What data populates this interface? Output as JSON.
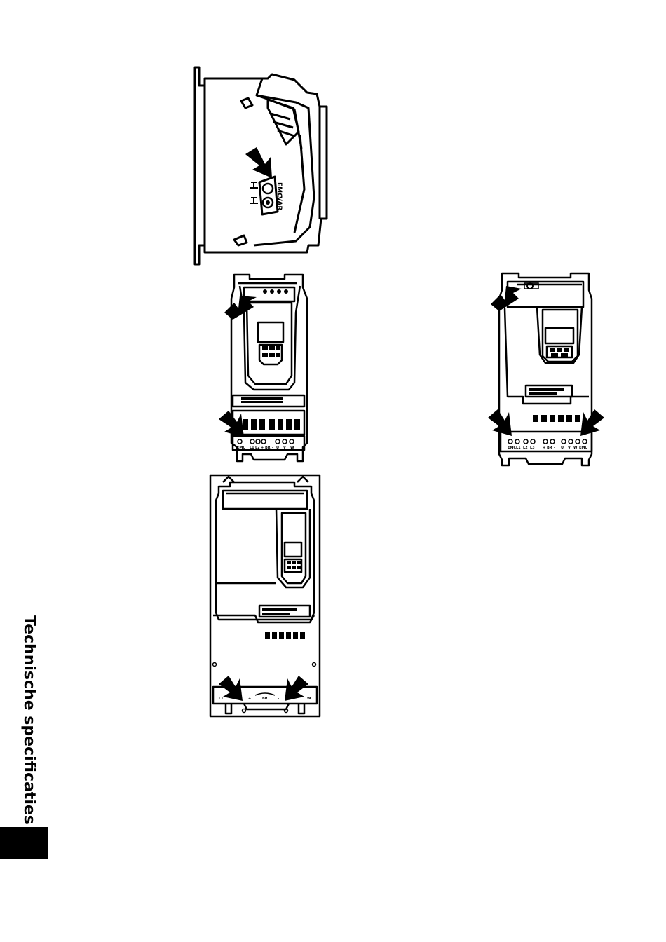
{
  "section_title": "Technische specificaties",
  "side_view": {
    "label_emc": "EMC",
    "label_var": "VAR"
  },
  "drive_small": {
    "terminals": [
      "EMC",
      "L1",
      "L2",
      "+",
      "BR",
      "-",
      "U",
      "V",
      "W"
    ]
  },
  "drive_medium": {
    "terminals": [
      "EMC",
      "L1",
      "L2",
      "L3",
      "+",
      "BR",
      "-",
      "U",
      "V",
      "W",
      "EMC"
    ]
  },
  "drive_large": {
    "terminals": [
      "L1",
      "+",
      "BR",
      "-",
      "W"
    ]
  }
}
